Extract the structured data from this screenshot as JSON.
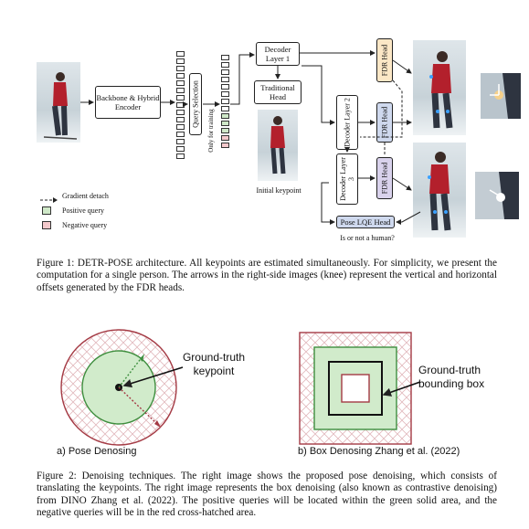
{
  "fig1": {
    "backbone_label": "Backbone & Hybrid Encoder",
    "query_selection_label": "Query Selection",
    "only_training_label": "Only for training",
    "decoder1_label": "Decoder Layer 1",
    "traditional_head_label": "Traditional Head",
    "decoder2_label": "Decoder Layer 2",
    "decoder3_label": "Decoder Layer 3",
    "fdr1_label": "FDR Head",
    "fdr2_label": "FDR Head",
    "fdr3_label": "FDR Head",
    "pose_lqe_label": "Pose LQE Head",
    "human_question": "Is or not a human?",
    "initial_keypoint_label": "Initial keypoint",
    "legend": {
      "gradient_detach": "Gradient detach",
      "positive_query": "Positive query",
      "negative_query": "Negative query"
    },
    "colors": {
      "fdr_1": "#fbe7c6",
      "fdr_2": "#cfd9ee",
      "fdr_3": "#d9d2ec",
      "lqe": "#cfd9ee",
      "positive": "#cfe8c8",
      "negative": "#f4c9cc"
    },
    "caption": "Figure 1: DETR-POSE architecture. All keypoints are estimated simultaneously. For simplicity, we present the computation for a single person. The arrows in the right-side images (knee) represent the vertical and horizontal offsets generated by the FDR heads."
  },
  "fig2": {
    "gt_keypoint_label": "Ground-truth keypoint",
    "gt_box_label": "Ground-truth bounding box",
    "subcaption_a": "a) Pose Denosing",
    "subcaption_b": "b) Box Denosing Zhang et al. (2022)",
    "caption": "Figure 2: Denoising techniques. The right image shows the proposed pose denoising, which consists of translating the keypoints. The right image represents the box denoising (also known as contrastive denoising) from DINO Zhang et al. (2022). The positive queries will be located within the green solid area, and the negative queries will be in the red cross-hatched area."
  }
}
